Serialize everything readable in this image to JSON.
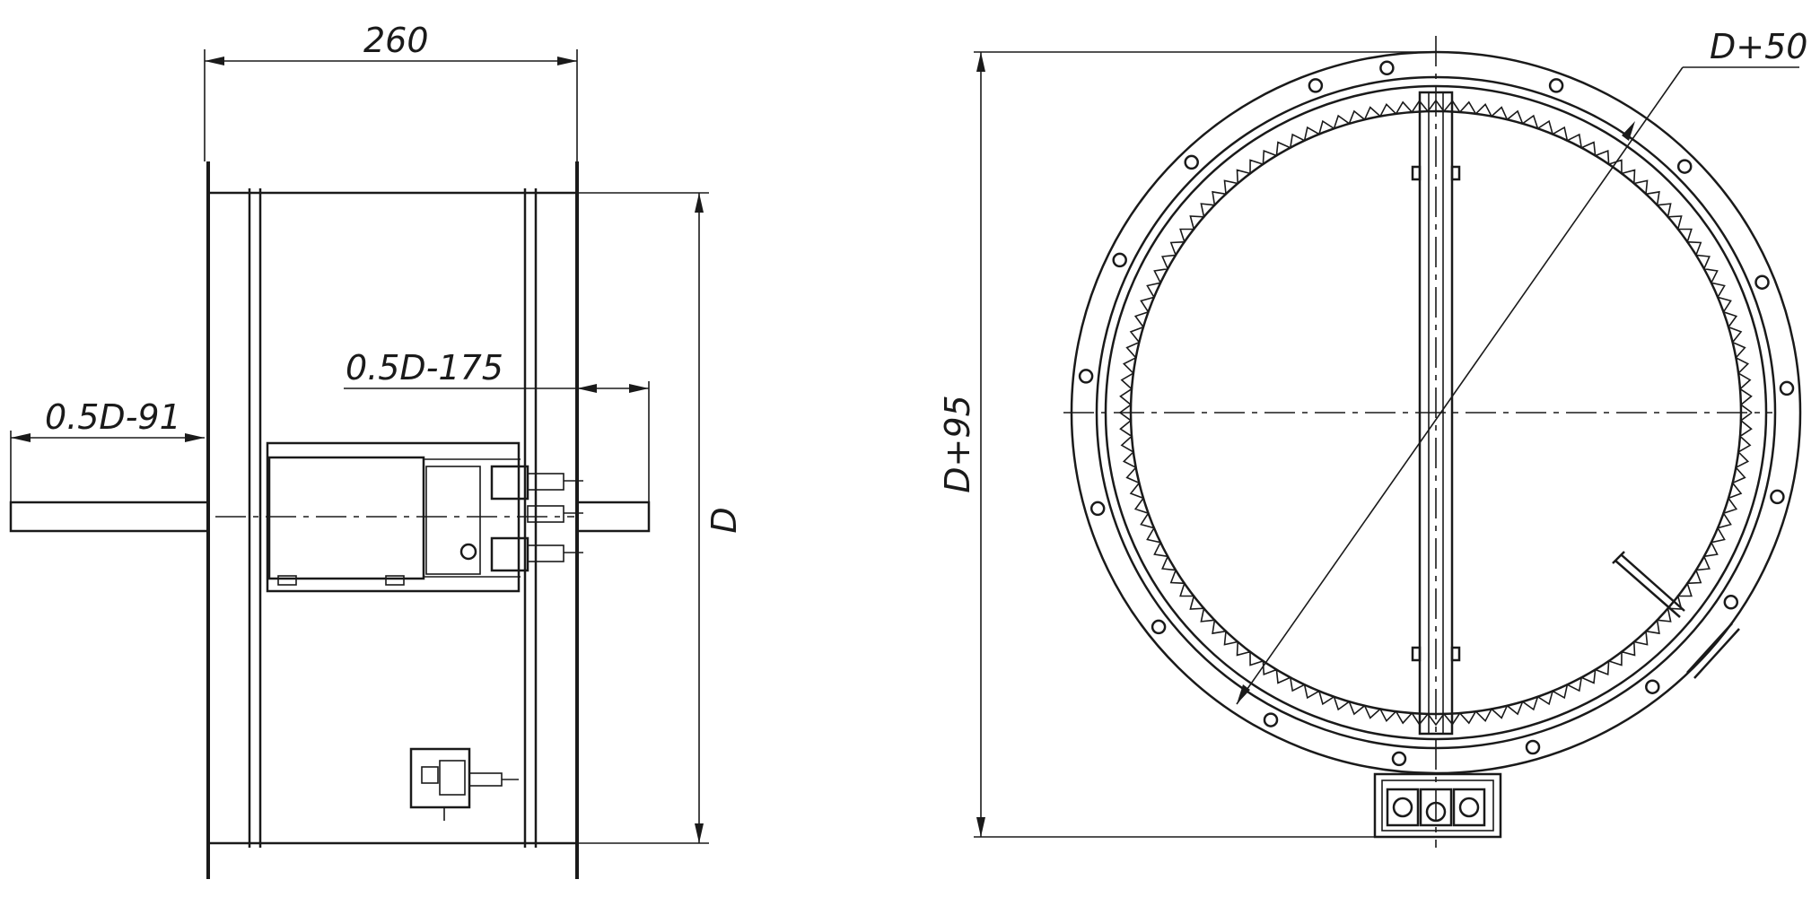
{
  "side_view": {
    "dim_width": "260",
    "dim_left_shaft": "0.5D-91",
    "dim_right_shaft": "0.5D-175",
    "dim_height": "D"
  },
  "front_view": {
    "dim_height": "D+95",
    "dim_diameter": "D+50"
  },
  "colors": {
    "line": "#1a1a1a",
    "background": "#ffffff"
  }
}
